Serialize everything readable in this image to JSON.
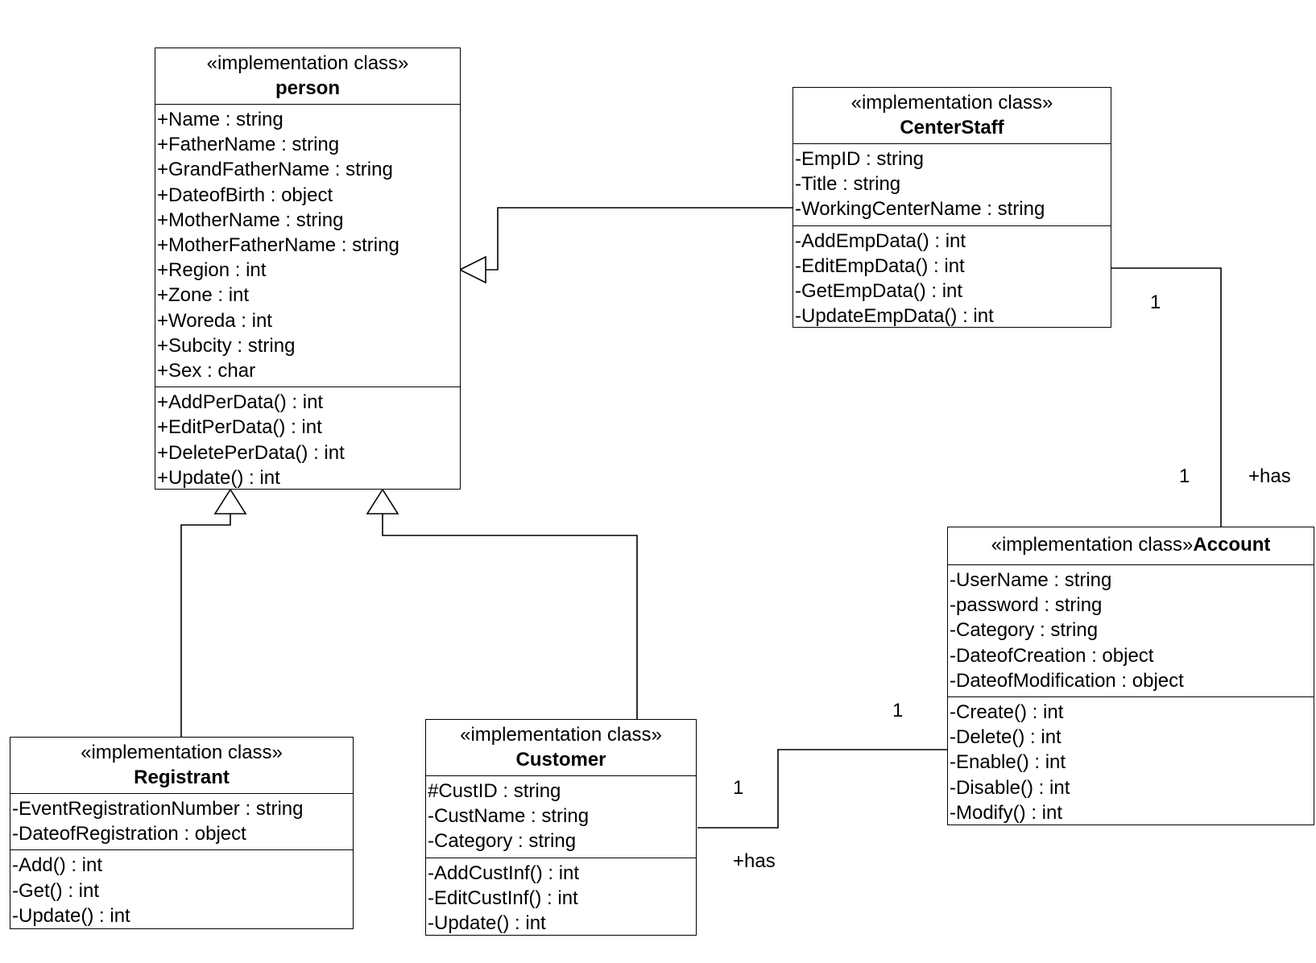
{
  "classes": {
    "person": {
      "stereotype": "«implementation class»",
      "name": "person",
      "attributes": [
        "+Name : string",
        "+FatherName : string",
        "+GrandFatherName : string",
        "+DateofBirth : object",
        "+MotherName : string",
        "+MotherFatherName : string",
        "+Region : int",
        "+Zone : int",
        "+Woreda : int",
        "+Subcity : string",
        "+Sex : char"
      ],
      "operations": [
        "+AddPerData() : int",
        "+EditPerData() : int",
        "+DeletePerData() : int",
        "+Update() : int"
      ]
    },
    "centerstaff": {
      "stereotype": "«implementation class»",
      "name": "CenterStaff",
      "attributes": [
        "-EmpID : string",
        "-Title : string",
        "-WorkingCenterName : string"
      ],
      "operations": [
        "-AddEmpData() : int",
        "-EditEmpData() : int",
        "-GetEmpData() : int",
        "-UpdateEmpData() : int"
      ]
    },
    "account": {
      "stereotype": "«implementation class»",
      "name": "Account",
      "attributes": [
        "-UserName : string",
        "-password : string",
        "-Category : string",
        "-DateofCreation : object",
        "-DateofModification : object"
      ],
      "operations": [
        "-Create() : int",
        "-Delete() : int",
        "-Enable() : int",
        "-Disable() : int",
        "-Modify() : int"
      ]
    },
    "registrant": {
      "stereotype": "«implementation class»",
      "name": "Registrant",
      "attributes": [
        "-EventRegistrationNumber : string",
        "-DateofRegistration : object"
      ],
      "operations": [
        "-Add() : int",
        "-Get() : int",
        "-Update() : int"
      ]
    },
    "customer": {
      "stereotype": "«implementation class»",
      "name": "Customer",
      "attributes": [
        "#CustID : string",
        "-CustName : string",
        "-Category : string"
      ],
      "operations": [
        "-AddCustInf() : int",
        "-EditCustInf() : int",
        "-Update() : int"
      ]
    }
  },
  "associations": {
    "centerstaff_account": {
      "multiplicity_source": "1",
      "multiplicity_target": "1",
      "role": "+has"
    },
    "customer_account": {
      "multiplicity_source": "1",
      "multiplicity_target": "1",
      "role": "+has"
    }
  },
  "colors": {
    "line": "#000000",
    "background": "#ffffff"
  }
}
